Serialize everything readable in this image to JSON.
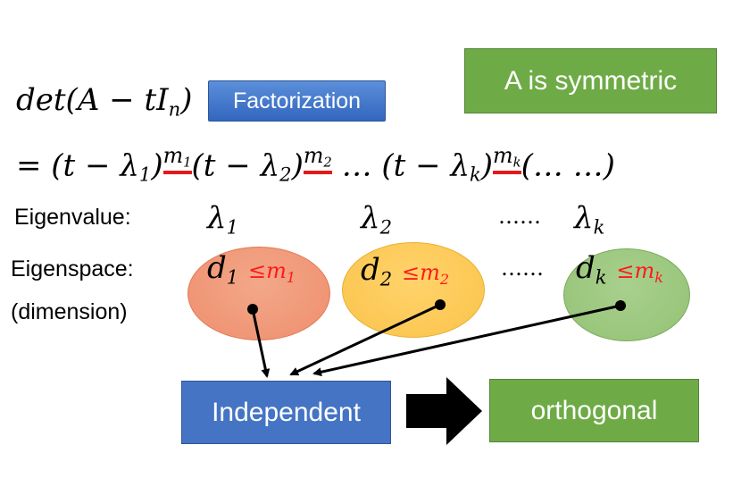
{
  "equation": {
    "det_text": "det(A − tI",
    "det_sub": "n",
    "det_close": ")",
    "factor_label": "Factorization",
    "line2_start": "= (t − λ",
    "sub1": "1",
    "close": ")",
    "exp1": "m",
    "exp1_sub": "1",
    "mid": "(t − λ",
    "sub2": "2",
    "exp2": "m",
    "exp2_sub": "2",
    "dots": " … (t − λ",
    "subk": "k",
    "expk": "m",
    "expk_sub": "k",
    "tail": "(… …)"
  },
  "symmetric_label": "A is symmetric",
  "rows": {
    "eigenvalue_label": "Eigenvalue:",
    "eigenspace_label": "Eigenspace:",
    "dimension_label": "(dimension)",
    "ellipsis": "……",
    "lambda": "λ",
    "d": "d",
    "leq": "≤",
    "m": "m",
    "i1": "1",
    "i2": "2",
    "ik": "k"
  },
  "independent_label": "Independent",
  "orthogonal_label": "orthogonal",
  "colors": {
    "blue_box": "#4574c4",
    "green_box": "#6eab46",
    "ellipse_1": "#ef8e6e",
    "ellipse_2": "#fbc34b",
    "ellipse_3": "#93c275",
    "underline": "#e61919",
    "inequality": "#ff1a1a"
  }
}
